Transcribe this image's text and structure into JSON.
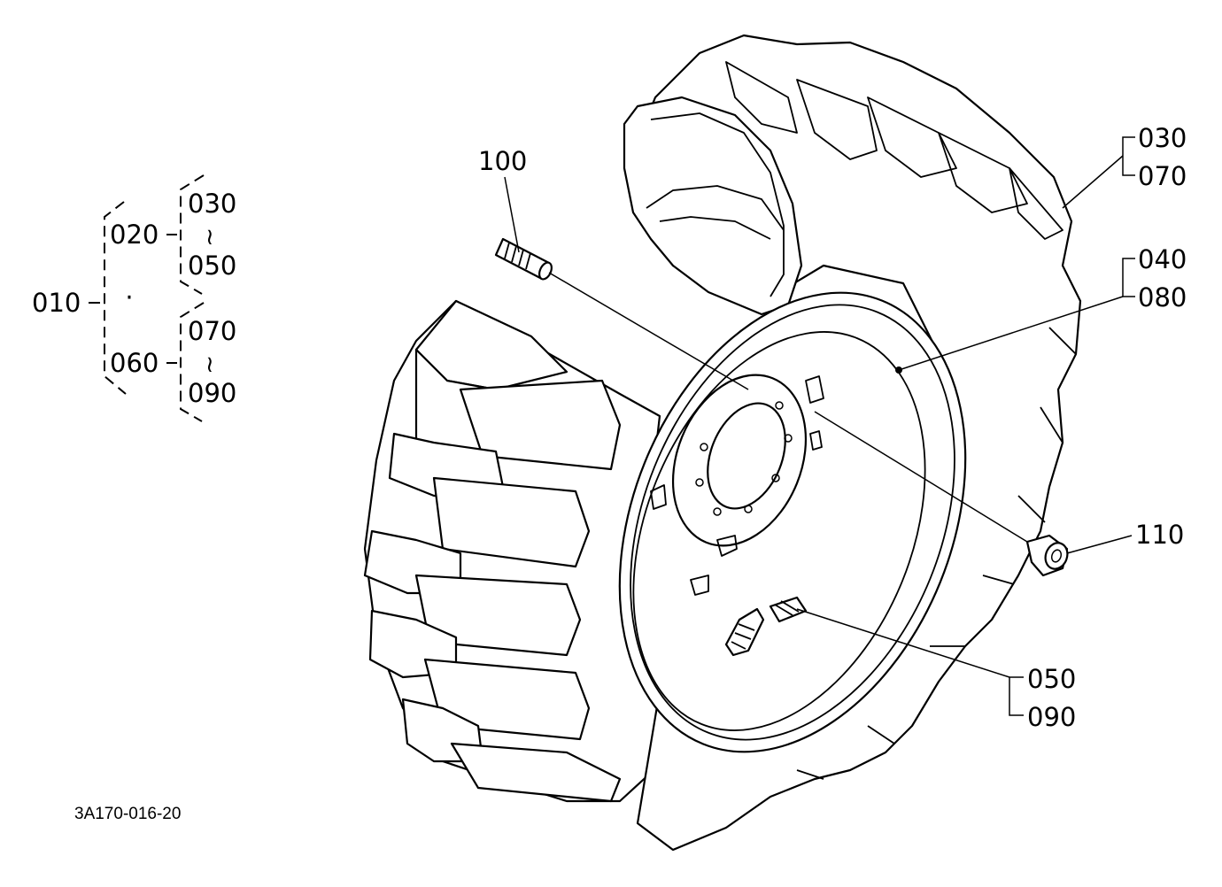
{
  "diagram": {
    "drawing_code": "3A170-016-20",
    "tree": {
      "root": "010",
      "separator": "·",
      "approx": "≀",
      "groups": [
        {
          "id": "020",
          "from": "030",
          "to": "050"
        },
        {
          "id": "060",
          "from": "070",
          "to": "090"
        }
      ]
    },
    "callouts": {
      "valve_stem": "100",
      "tire_top": "030",
      "tire_bottom": "070",
      "rim_top": "040",
      "rim_bottom": "080",
      "bolt": "110",
      "plug_top": "050",
      "plug_bottom": "090"
    }
  }
}
